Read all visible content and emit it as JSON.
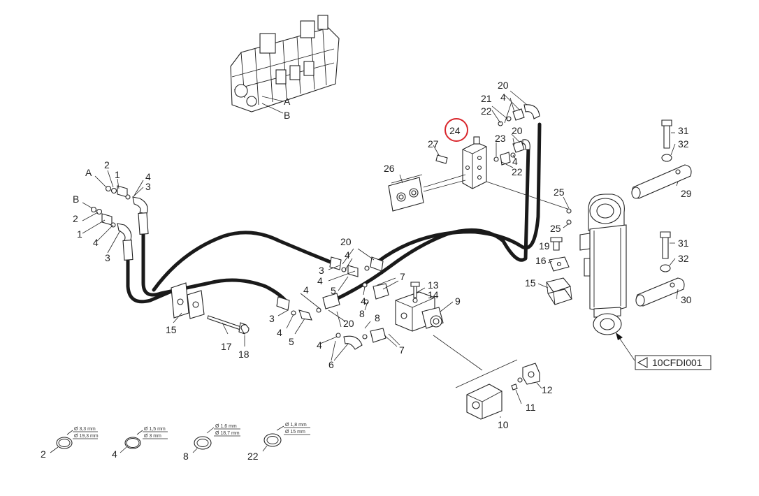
{
  "labels": {
    "l_A1": "A",
    "l_B1": "B",
    "l_A2": "A",
    "l_B2": "B",
    "l2a": "2",
    "l1a": "1",
    "l4a": "4",
    "l3a": "3",
    "l2b": "2",
    "l1b": "1",
    "l4b": "4",
    "l3b": "3",
    "l15a": "15",
    "l17": "17",
    "l18": "18",
    "l20a": "20",
    "l4c": "4",
    "l3c": "3",
    "l4d": "4",
    "l5a": "5",
    "l4e": "4",
    "l20b": "20",
    "l3d": "3",
    "l4f": "4",
    "l5b": "5",
    "l4g": "4",
    "l6": "6",
    "l7a": "7",
    "l4h": "4",
    "l8a": "8",
    "l13": "13",
    "l14": "14",
    "l9": "9",
    "l8b": "8",
    "l7b": "7",
    "l12": "12",
    "l11": "11",
    "l10": "10",
    "l20c": "20",
    "l21": "21",
    "l4i": "4",
    "l22a": "22",
    "l24": "24",
    "l27": "27",
    "l23": "23",
    "l20d": "20",
    "l4j": "4",
    "l22b": "22",
    "l26": "26",
    "l25a": "25",
    "l25b": "25",
    "l19": "19",
    "l16": "16",
    "l15b": "15",
    "l31a": "31",
    "l32a": "32",
    "l29": "29",
    "l31b": "31",
    "l32b": "32",
    "l30": "30",
    "l_s2": "2",
    "l_s4": "4",
    "l_s8": "8",
    "l_s22": "22"
  },
  "reference_code": "10CFDI001",
  "seal_specs": {
    "s2_a": "Ø 3,3 mm",
    "s2_b": "Ø 19,3 mm",
    "s4_a": "Ø 1,5 mm",
    "s4_b": "Ø 3 mm",
    "s8_a": "Ø 1,6 mm",
    "s8_b": "Ø 18,7 mm",
    "s22_a": "Ø 1,8 mm",
    "s22_b": "Ø 15 mm"
  },
  "highlight": {
    "item": "24",
    "color": "#d9262c"
  }
}
